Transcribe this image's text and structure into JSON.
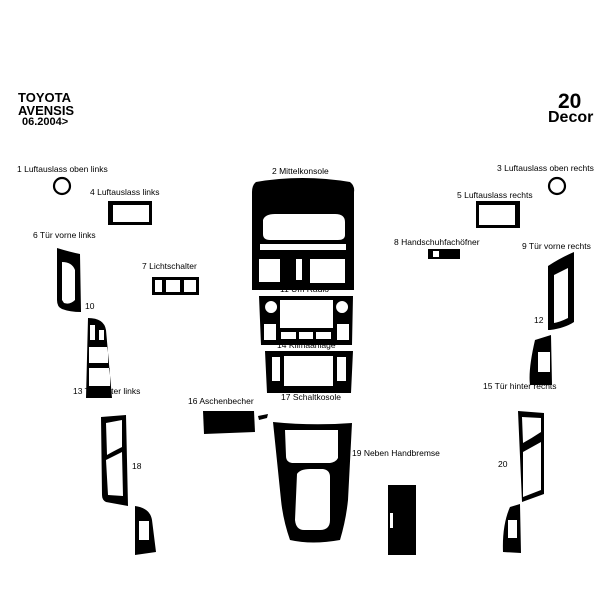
{
  "header": {
    "brand": "TOYOTA",
    "model": "AVENSIS",
    "date": "06.2004>",
    "piece_count": "20",
    "kit_type": "Decor"
  },
  "parts": [
    {
      "label": "1 Luftauslass oben links"
    },
    {
      "label": "2 Mittelkonsole"
    },
    {
      "label": "3 Luftauslass oben rechts"
    },
    {
      "label": "4 Luftauslass links"
    },
    {
      "label": "5 Luftauslass rechts"
    },
    {
      "label": "6 Tür vorne links"
    },
    {
      "label": "7 Lichtschalter"
    },
    {
      "label": "8 Handschuhfachöfner"
    },
    {
      "label": "9 Tür vorne rechts"
    },
    {
      "label": "10"
    },
    {
      "label": "11 Um Radio"
    },
    {
      "label": "12"
    },
    {
      "label": "13 Tür hinter links"
    },
    {
      "label": "14 Klimaanlage"
    },
    {
      "label": "15 Tür hinter rechts"
    },
    {
      "label": "16 Aschenbecher"
    },
    {
      "label": "17 Schaltkosole"
    },
    {
      "label": "18"
    },
    {
      "label": "19 Neben Handbremse"
    },
    {
      "label": "20"
    }
  ],
  "colors": {
    "part_fill": "#000000",
    "background": "#ffffff"
  }
}
